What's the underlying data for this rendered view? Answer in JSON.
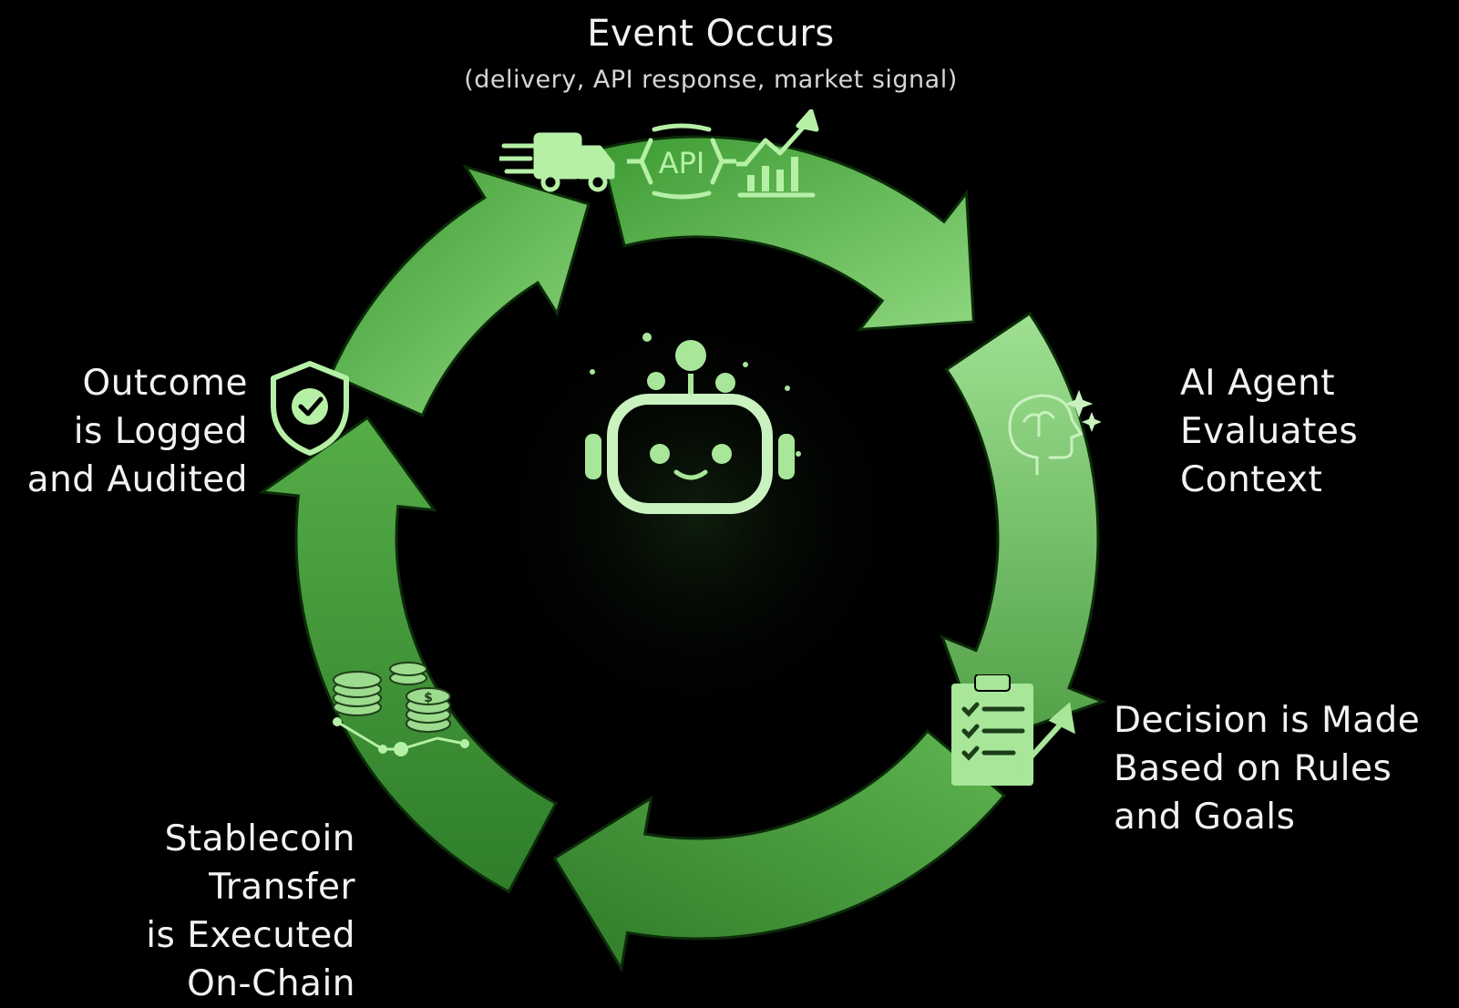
{
  "title": "Event Occurs",
  "subtitle": "(delivery, API response, market signal)",
  "steps": {
    "evaluate": [
      "AI Agent",
      "Evaluates",
      "Context"
    ],
    "decision": [
      "Decision is Made",
      "Based on Rules",
      "and Goals"
    ],
    "transfer": [
      "Stablecoin",
      "Transfer",
      "is Executed",
      "On-Chain"
    ],
    "logged": [
      "Outcome",
      "is Logged",
      "and Audited"
    ]
  },
  "icons": {
    "event": [
      "truck-icon",
      "api-icon",
      "chart-up-icon"
    ],
    "evaluate": "brain-sparkle-icon",
    "decision": "clipboard-checklist-icon",
    "transfer": "coins-network-icon",
    "logged": "shield-check-icon",
    "center": "robot-icon"
  },
  "api_text": "API",
  "colors": {
    "background": "#000000",
    "arrow_dark": "#2f7d2a",
    "arrow_mid": "#58b24a",
    "arrow_light": "#a9e39d",
    "icon": "#b6f0a6",
    "text": "#f2f2f2"
  }
}
